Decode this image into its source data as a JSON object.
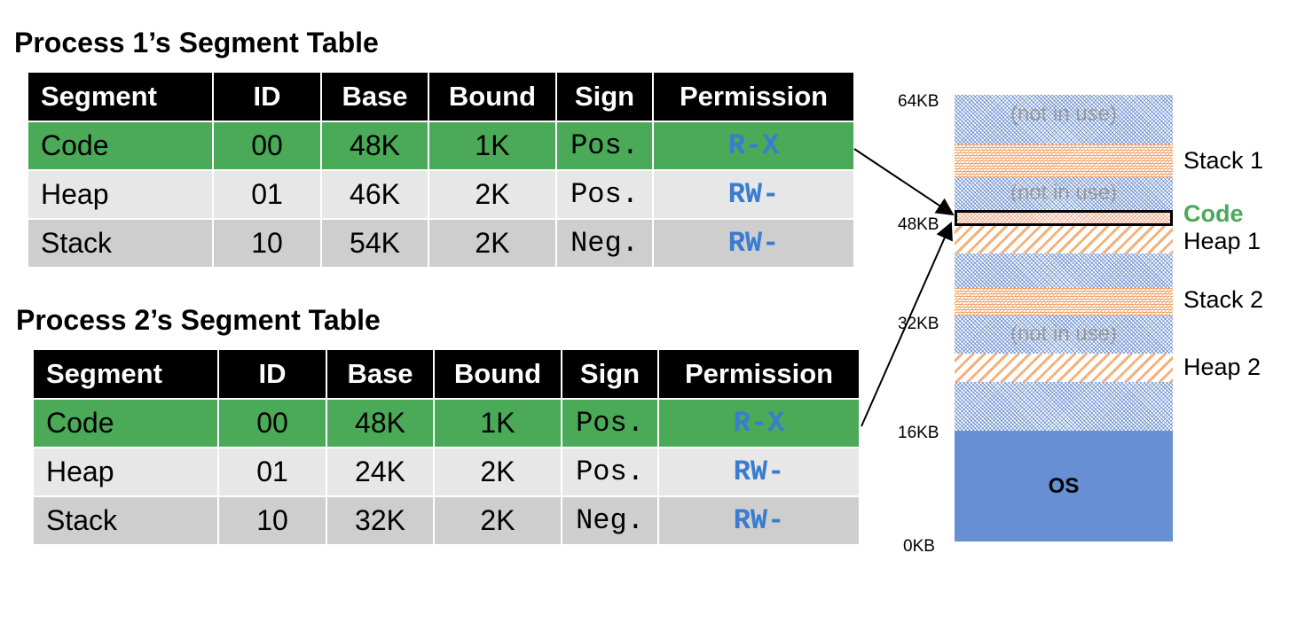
{
  "table1": {
    "title": "Process 1’s Segment Table",
    "headers": [
      "Segment",
      "ID",
      "Base",
      "Bound",
      "Sign",
      "Permission"
    ],
    "rows": [
      [
        "Code",
        "00",
        "48K",
        "1K",
        "Pos.",
        "R-X"
      ],
      [
        "Heap",
        "01",
        "46K",
        "2K",
        "Pos.",
        "RW-"
      ],
      [
        "Stack",
        "10",
        "54K",
        "2K",
        "Neg.",
        "RW-"
      ]
    ]
  },
  "table2": {
    "title": "Process 2’s Segment Table",
    "headers": [
      "Segment",
      "ID",
      "Base",
      "Bound",
      "Sign",
      "Permission"
    ],
    "rows": [
      [
        "Code",
        "00",
        "48K",
        "1K",
        "Pos.",
        "R-X"
      ],
      [
        "Heap",
        "01",
        "24K",
        "2K",
        "Pos.",
        "RW-"
      ],
      [
        "Stack",
        "10",
        "32K",
        "2K",
        "Neg.",
        "RW-"
      ]
    ]
  },
  "memory": {
    "axis_labels": [
      "64KB",
      "48KB",
      "32KB",
      "16KB",
      "0KB"
    ],
    "not_in_use": "(not in use)",
    "os_label": "OS",
    "labels": {
      "stack1": "Stack 1",
      "code": "Code",
      "heap1": "Heap 1",
      "stack2": "Stack 2",
      "heap2": "Heap 2"
    }
  },
  "colors": {
    "code_row": "#4aaa57",
    "heap_row": "#e7e7e7",
    "stack_row": "#cecece",
    "permission_text": "#3a7ccf",
    "os_region": "#6690d3",
    "segment_orange": "#f2b27c",
    "free_blue_hatch": "#4a76c4"
  }
}
